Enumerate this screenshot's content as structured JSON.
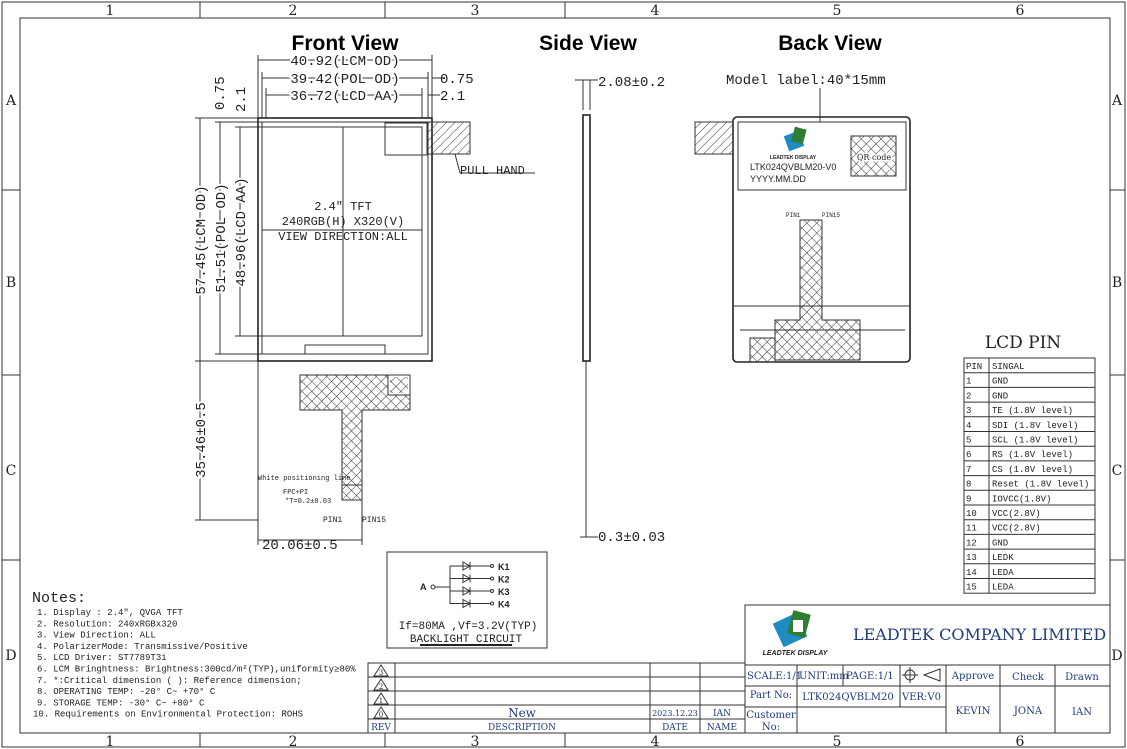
{
  "grid": {
    "cols": [
      "1",
      "2",
      "3",
      "4",
      "5",
      "6"
    ],
    "rows": [
      "A",
      "B",
      "C",
      "D"
    ]
  },
  "views": {
    "front": "Front View",
    "side": "Side View",
    "back": "Back View"
  },
  "front": {
    "dim_lcm_od": "40.92(LCM OD)",
    "dim_pol_od": "39.42(POL OD)",
    "dim_lcd_aa": "36.72(LCD AA)",
    "dim_075": "0.75",
    "dim_21": "2.1",
    "dim_075_v": "0.75",
    "dim_21_v": "2.1",
    "dim_h_lcm": "57.45(LCM OD)",
    "dim_h_pol": "51.51(POL OD)",
    "dim_h_aa": "48.96(LCD AA)",
    "dim_fpc_len": "35.46±0.5",
    "dim_fpc_w": "20.06±0.5",
    "pull_hand": "PULL HAND",
    "center_1": "2.4\" TFT",
    "center_2": "240RGB(H) X320(V)",
    "center_3": "VIEW DIRECTION:ALL",
    "white_line": "White positioning line",
    "fpc_pi": "FPC+PI",
    "fpc_t": "*T=0.2±0.03",
    "pin_left": "PIN1",
    "pin_right": "PIN15"
  },
  "side": {
    "thickness": "2.08±0.2",
    "fpc_thk": "0.3±0.03"
  },
  "back": {
    "model_label": "Model label:40*15mm",
    "part": "LTK024QVBLM20-V0",
    "date_fmt": "YYYY.MM.DD",
    "qr": "QR code",
    "logo_text": "LEADTEK DISPLAY",
    "pin1": "PIN1",
    "pin15": "PIN15"
  },
  "lcd_pin": {
    "title": "LCD PIN",
    "headers": [
      "PIN",
      "SINGAL"
    ],
    "rows": [
      [
        "1",
        "GND"
      ],
      [
        "2",
        "GND"
      ],
      [
        "3",
        "TE (1.8V level)"
      ],
      [
        "4",
        "SDI (1.8V level)"
      ],
      [
        "5",
        "SCL (1.8V level)"
      ],
      [
        "6",
        "RS (1.8V level)"
      ],
      [
        "7",
        "CS (1.8V level)"
      ],
      [
        "8",
        "Reset (1.8V level)"
      ],
      [
        "9",
        "IOVCC(1.8V)"
      ],
      [
        "10",
        "VCC(2.8V)"
      ],
      [
        "11",
        "VCC(2.8V)"
      ],
      [
        "12",
        "GND"
      ],
      [
        "13",
        "LEDK"
      ],
      [
        "14",
        "LEDA"
      ],
      [
        "15",
        "LEDA"
      ]
    ]
  },
  "backlight": {
    "anode": "A",
    "k": [
      "K1",
      "K2",
      "K3",
      "K4"
    ],
    "spec": "If=80MA ,Vf=3.2V(TYP)",
    "title": "BACKLIGHT CIRCUIT"
  },
  "notes": {
    "title": "Notes:",
    "items": [
      "1. Display : 2.4\", QVGA TFT",
      "2. Resolution: 240xRGBx320",
      "3. View Direction: ALL",
      "4. PolarizerMode: Transmissive/Positive",
      "5. LCD Driver: ST7789T3i",
      "6. LCM Bringhtness: Brightness:300cd/m²(TYP),uniformity≥80%",
      "7. *:Critical dimension  ( ): Reference dimension;",
      "8. OPERATING TEMP: -20° C~ +70° C",
      "9. STORAGE TEMP: -30° C~ +80° C",
      "10. Requirements on Environmental Protection: ROHS"
    ]
  },
  "revisions": {
    "rows": [
      {
        "rev": "3",
        "desc": "",
        "date": "",
        "name": ""
      },
      {
        "rev": "2",
        "desc": "",
        "date": "",
        "name": ""
      },
      {
        "rev": "1",
        "desc": "",
        "date": "",
        "name": ""
      },
      {
        "rev": "0",
        "desc": "New",
        "date": "2023.12.23",
        "name": "IAN"
      }
    ],
    "headers": {
      "rev": "REV",
      "desc": "DESCRIPTION",
      "date": "DATE",
      "name": "NAME"
    }
  },
  "title_block": {
    "company": "LEADTEK COMPANY LIMITED",
    "logo_text": "LEADTEK DISPLAY",
    "scale": "SCALE:1/1",
    "unit": "UNIT:mm",
    "page": "PAGE:1/1",
    "approve": "Approve",
    "check": "Check",
    "drawn": "Drawn",
    "part_label": "Part No:",
    "part_no": "LTK024QVBLM20",
    "ver": "VER:V0",
    "customer_label_1": "Customer",
    "customer_label_2": "No:",
    "approve_name": "KEVIN",
    "check_name": "JONA",
    "drawn_name": "IAN"
  },
  "colors": {
    "text_blue": "#1f3b7a",
    "logo_blue": "#1e8bc3",
    "logo_green": "#2e7d32"
  }
}
